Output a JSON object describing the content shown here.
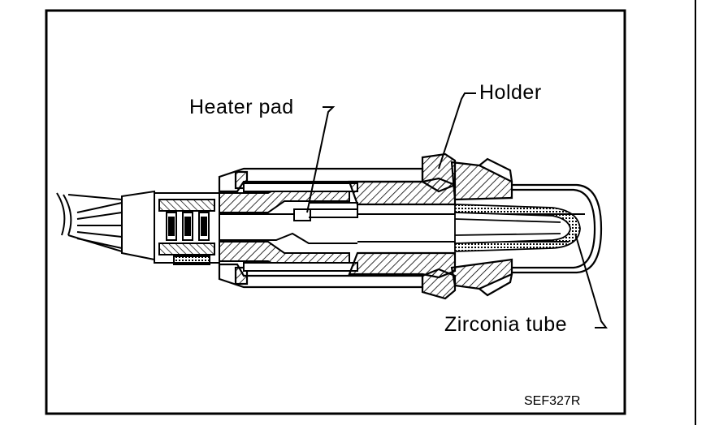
{
  "labels": {
    "heater_pad": "Heater pad",
    "holder": "Holder",
    "zirconia_tube": "Zirconia tube"
  },
  "figure_code": "SEF327R",
  "colors": {
    "ink": "#000000",
    "paper": "#ffffff"
  }
}
